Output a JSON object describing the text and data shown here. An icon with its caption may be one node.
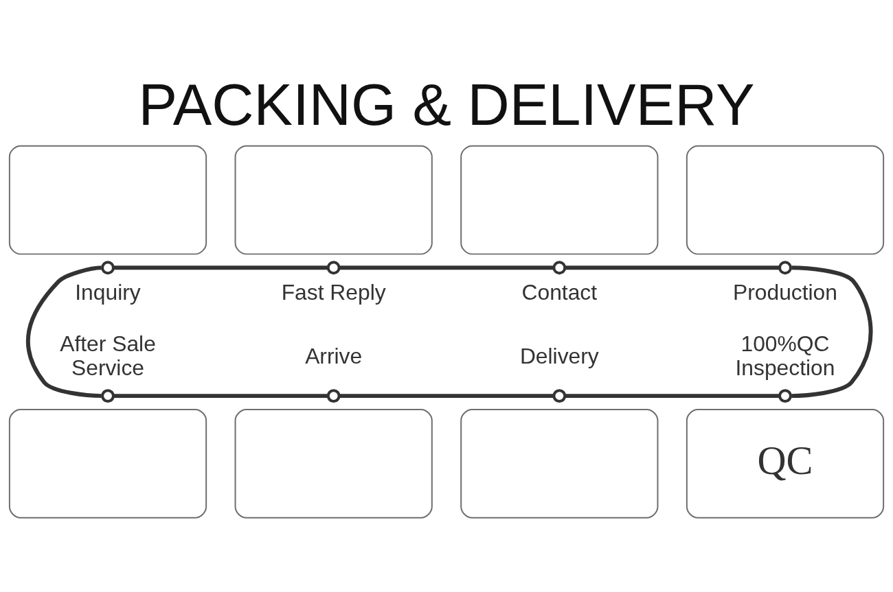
{
  "diagram": {
    "title": "PACKING & DELIVERY",
    "nodes": [
      {
        "text": [],
        "shape": "box"
      },
      {
        "text": [],
        "shape": "box"
      },
      {
        "text": [],
        "shape": "box"
      },
      {
        "text": [],
        "shape": "box"
      },
      {
        "text": [],
        "shape": "circle",
        "beside": [
          "Inquiry"
        ]
      },
      {
        "text": [],
        "shape": "circle",
        "beside": [
          "Fast Reply"
        ]
      },
      {
        "text": [],
        "shape": "circle",
        "beside": [
          "Contact"
        ]
      },
      {
        "text": [],
        "shape": "circle",
        "beside": [
          "Production"
        ]
      },
      {
        "text": [],
        "shape": "circle",
        "beside": [
          "After Sale Service"
        ]
      },
      {
        "text": [],
        "shape": "circle",
        "beside": [
          "Arrive"
        ]
      },
      {
        "text": [],
        "shape": "circle",
        "beside": [
          "Delivery"
        ]
      },
      {
        "text": [],
        "shape": "circle",
        "beside": [
          "100%QC Inspection"
        ]
      },
      {
        "text": [],
        "shape": "box"
      },
      {
        "text": [],
        "shape": "box"
      },
      {
        "text": [],
        "shape": "box"
      },
      {
        "text": [
          "QC"
        ]
      }
    ],
    "edges": [
      {
        "from": 4,
        "to": 5,
        "arrow": "none"
      },
      {
        "from": 5,
        "to": 6,
        "arrow": "none"
      },
      {
        "from": 6,
        "to": 7,
        "arrow": "none"
      },
      {
        "from": 7,
        "to": 11,
        "arrow": "none"
      },
      {
        "from": 10,
        "to": 11,
        "arrow": "none"
      },
      {
        "from": 9,
        "to": 10,
        "arrow": "none"
      },
      {
        "from": 8,
        "to": 9,
        "arrow": "none"
      },
      {
        "from": 4,
        "to": 8,
        "arrow": "none"
      }
    ]
  }
}
